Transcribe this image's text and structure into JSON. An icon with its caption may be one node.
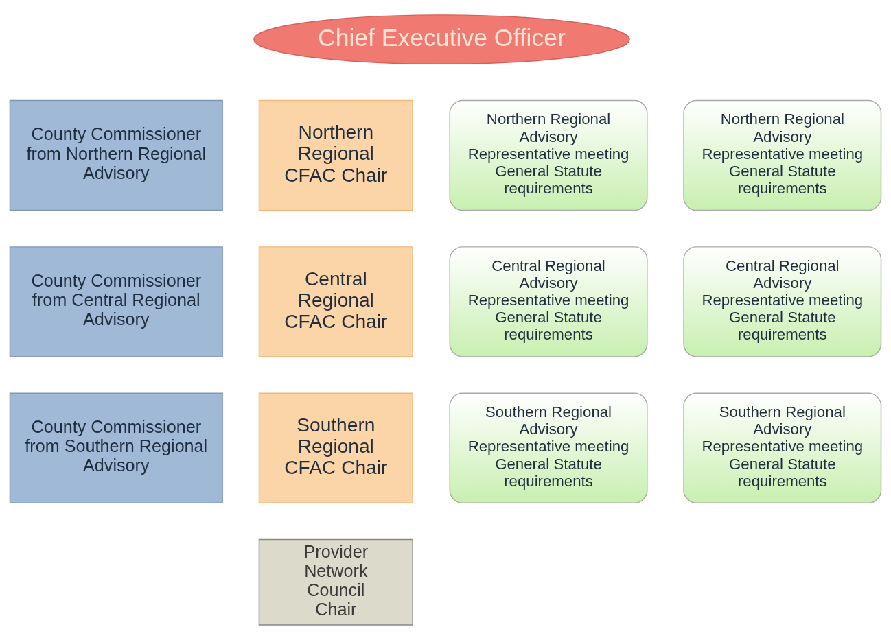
{
  "diagram": {
    "nodes": [
      {
        "text": [
          "Chief Executive Officer"
        ]
      },
      {
        "text": [
          "County Commissioner from Northern Regional Advisory"
        ]
      },
      {
        "text": [
          "Northern Regional CFAC Chair"
        ]
      },
      {
        "text": [
          "Northern Regional Advisory Representative meeting General Statute requirements"
        ]
      },
      {
        "text": [
          "Northern Regional Advisory Representative meeting General Statute requirements"
        ]
      },
      {
        "text": [
          "County Commissioner from Central Regional Advisory"
        ]
      },
      {
        "text": [
          "Central Regional CFAC Chair"
        ]
      },
      {
        "text": [
          "Central Regional Advisory Representative meeting General Statute requirements"
        ]
      },
      {
        "text": [
          "Central Regional Advisory Representative meeting General Statute requirements"
        ]
      },
      {
        "text": [
          "County Commissioner from Southern Regional Advisory"
        ]
      },
      {
        "text": [
          "Southern Regional CFAC Chair"
        ]
      },
      {
        "text": [
          "Southern Regional Advisory Representative meeting General Statute requirements"
        ]
      },
      {
        "text": [
          "Southern Regional Advisory Representative meeting General Statute requirements"
        ]
      },
      {
        "text": [
          "Provider Network Council Chair"
        ]
      }
    ],
    "edges": []
  }
}
